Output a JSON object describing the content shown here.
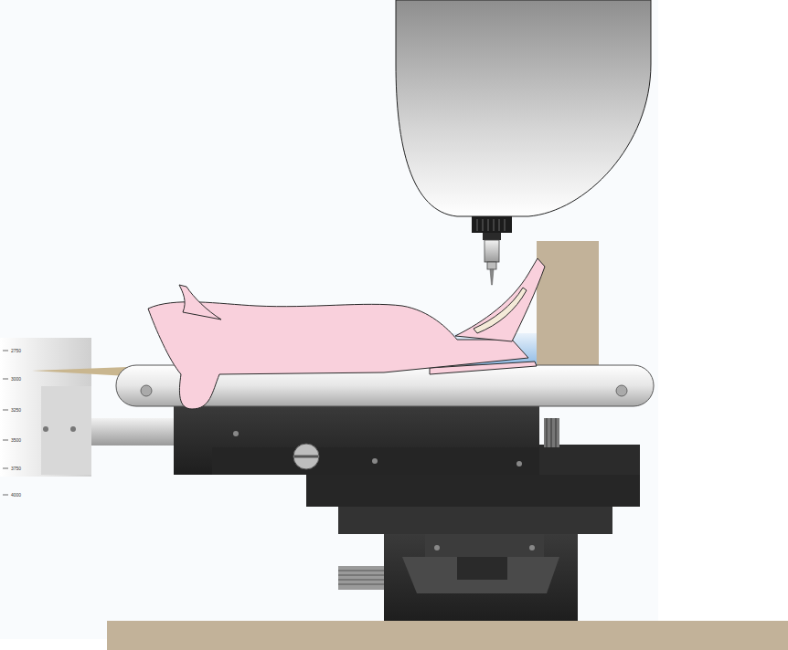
{
  "diagram": {
    "labels": [
      "2750",
      "3000",
      "3250",
      "3500",
      "3750",
      "4000"
    ]
  }
}
